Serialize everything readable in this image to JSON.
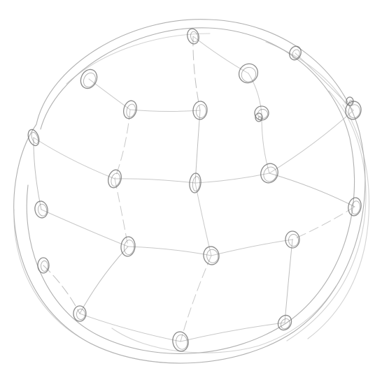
{
  "image": {
    "kind": "pencil-sketch",
    "subject": "ring-shaped-network",
    "background_color": "#ffffff",
    "pencil_color": "#6f6f6f",
    "faint_pencil_color": "#b5b5b5"
  },
  "sketch": {
    "node_icon": "pencil-circle-node",
    "node_count": 23,
    "connector_count": 27
  }
}
